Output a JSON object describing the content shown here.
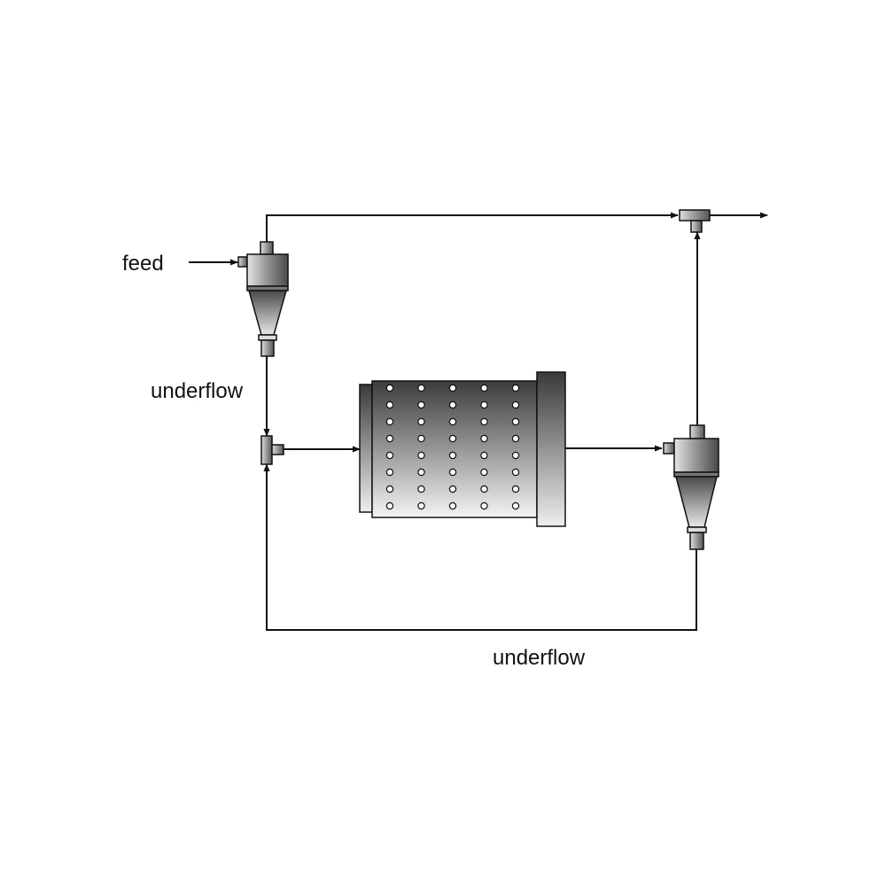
{
  "labels": {
    "feed": "feed",
    "underflow_primary": "underflow",
    "underflow_secondary": "underflow"
  },
  "colors": {
    "line": "#111111",
    "equipment_light": "#f4f4f4",
    "equipment_dark": "#4a4a4a",
    "background": "#ffffff"
  },
  "mill": {
    "hole_columns": 5,
    "hole_rows": 8
  }
}
